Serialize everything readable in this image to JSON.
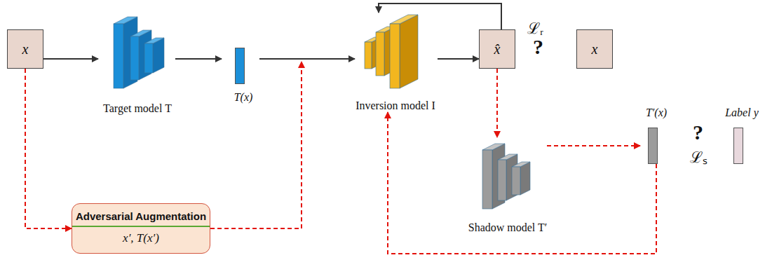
{
  "diagram": {
    "nodes": [
      {
        "text": [
          "x"
        ]
      },
      {
        "text": [
          "Target model T"
        ]
      },
      {
        "text": [
          "T(x)"
        ]
      },
      {
        "text": [
          "Inversion model I"
        ]
      },
      {
        "text": [
          "x̂"
        ]
      },
      {
        "text": [
          "x"
        ]
      },
      {
        "text": [
          "Shadow model T′"
        ]
      },
      {
        "text": [
          "T′(x)"
        ]
      },
      {
        "text": [
          "Label y"
        ]
      },
      {
        "text": [
          "Adversarial Augmentation",
          "x′, T(x′)"
        ]
      }
    ],
    "edges": [
      {
        "from": 0,
        "to": 1,
        "arrow": "to"
      },
      {
        "from": 1,
        "to": 2,
        "arrow": "to"
      },
      {
        "from": 2,
        "to": 3,
        "arrow": "to"
      },
      {
        "from": 3,
        "to": 4,
        "arrow": "to"
      },
      {
        "from": 4,
        "to": 3,
        "arrow": "to"
      },
      {
        "from": 0,
        "to": 9,
        "arrow": "to"
      },
      {
        "from": 9,
        "to": 3,
        "arrow": "to"
      },
      {
        "from": 4,
        "to": 6,
        "arrow": "to"
      },
      {
        "from": 6,
        "to": 7,
        "arrow": "to"
      },
      {
        "from": 7,
        "to": 3,
        "arrow": "to"
      }
    ],
    "labels": [
      "ℒᵣ",
      "?",
      "?",
      "ℒₛ"
    ]
  }
}
